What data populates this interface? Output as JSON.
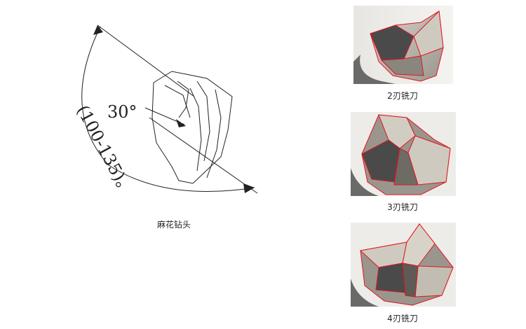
{
  "drill": {
    "caption": "麻花钻头",
    "inner_angle": "30°",
    "outer_angle": "(100-135)。"
  },
  "mills": [
    {
      "flutes": 2,
      "caption": "2刃铣刀"
    },
    {
      "flutes": 3,
      "caption": "3刃铣刀"
    },
    {
      "flutes": 4,
      "caption": "4刃铣刀"
    }
  ],
  "colors": {
    "edge_highlight": "#e0141e",
    "steel_dark": "#4a4a4a",
    "steel_light": "#c8c4bc"
  }
}
